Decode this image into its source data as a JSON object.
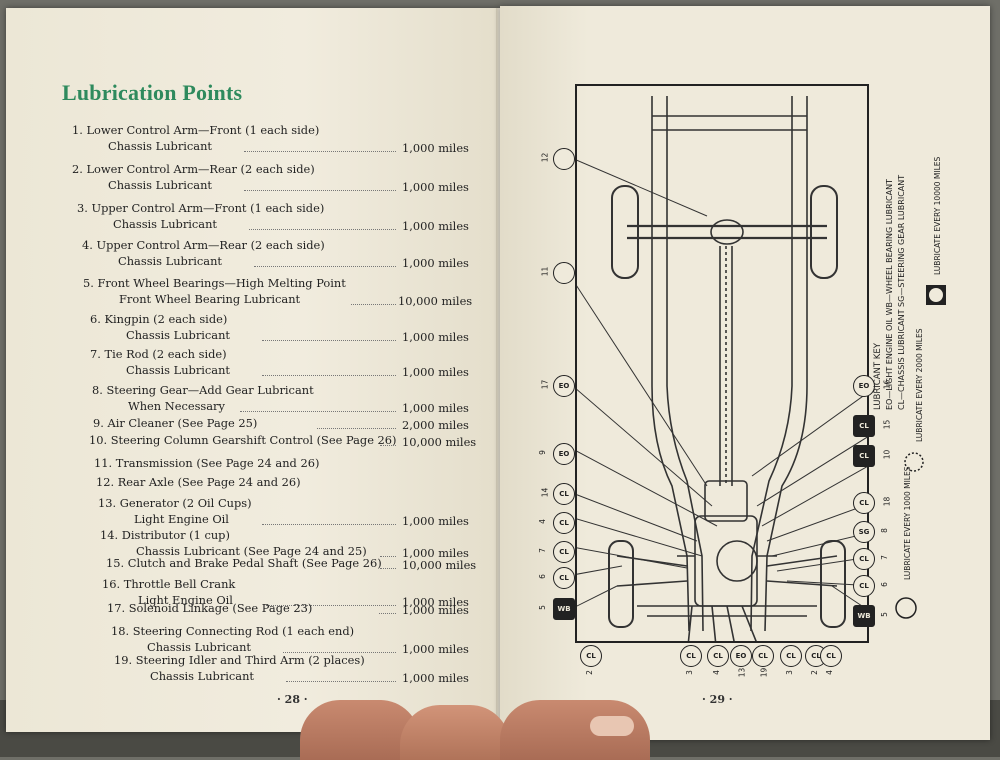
{
  "left_page": {
    "title": "Lubrication Points",
    "page_number": "· 28 ·",
    "items": [
      {
        "line1": "1. Lower Control Arm—Front (1 each side)",
        "line2": "Chassis Lubricant",
        "miles": "1,000 miles"
      },
      {
        "line1": "2. Lower Control Arm—Rear (2 each side)",
        "line2": "Chassis Lubricant",
        "miles": "1,000 miles"
      },
      {
        "line1": "3. Upper Control Arm—Front (1 each side)",
        "line2": "Chassis Lubricant",
        "miles": "1,000 miles"
      },
      {
        "line1": "4. Upper Control Arm—Rear (2 each side)",
        "line2": "Chassis Lubricant",
        "miles": "1,000 miles"
      },
      {
        "line1": "5. Front Wheel Bearings—High Melting Point",
        "line2": "Front Wheel Bearing Lubricant",
        "miles": "10,000 miles"
      },
      {
        "line1": "6. Kingpin (2 each side)",
        "line2": "Chassis Lubricant",
        "miles": "1,000 miles"
      },
      {
        "line1": "7. Tie Rod (2 each side)",
        "line2": "Chassis Lubricant",
        "miles": "1,000 miles"
      },
      {
        "line1": "8. Steering Gear—Add Gear Lubricant",
        "line2": "When Necessary",
        "miles": "1,000 miles"
      },
      {
        "line1": "9. Air Cleaner (See Page 25)",
        "line2": "",
        "miles": "2,000 miles"
      },
      {
        "line1": "10. Steering Column Gearshift Control (See Page 26)",
        "line2": "",
        "miles": "10,000 miles"
      },
      {
        "line1": "11. Transmission (See Page 24 and 26)",
        "line2": "",
        "miles": ""
      },
      {
        "line1": "12. Rear Axle (See Page 24 and 26)",
        "line2": "",
        "miles": ""
      },
      {
        "line1": "13. Generator (2 Oil Cups)",
        "line2": "Light Engine Oil",
        "miles": "1,000 miles"
      },
      {
        "line1": "14. Distributor (1 cup)",
        "line2": "Chassis Lubricant (See Page 24 and 25)",
        "miles": "1,000 miles"
      },
      {
        "line1": "15. Clutch and Brake Pedal Shaft (See Page 26)",
        "line2": "",
        "miles": "10,000 miles"
      },
      {
        "line1": "16. Throttle Bell Crank",
        "line2": "Light Engine Oil",
        "miles": "1,000 miles"
      },
      {
        "line1": "17. Solenoid Linkage (See Page 23)",
        "line2": "",
        "miles": "1,000 miles"
      },
      {
        "line1": "18. Steering Connecting Rod (1 each end)",
        "line2": "Chassis Lubricant",
        "miles": "1,000 miles"
      },
      {
        "line1": "19. Steering Idler and Third Arm (2 places)",
        "line2": "Chassis Lubricant",
        "miles": "1,000 miles"
      }
    ]
  },
  "right_page": {
    "page_number": "· 29 ·",
    "key": {
      "heading": "LUBRICANT KEY",
      "line1": "EO—LIGHT ENGINE OIL   WB—WHEEL BEARING LUBRICANT",
      "line2": "CL—CHASSIS LUBRICANT   SG—STEERING GEAR LUBRICANT",
      "every_1000": "LUBRICATE EVERY 1000 MILES",
      "every_2000": "LUBRICATE EVERY 2000 MILES",
      "every_10000": "LUBRICATE EVERY 10000 MILES"
    },
    "left_callouts": [
      {
        "num": "12",
        "code": ""
      },
      {
        "num": "11",
        "code": ""
      },
      {
        "num": "17",
        "code": "EO"
      },
      {
        "num": "9",
        "code": "EO"
      },
      {
        "num": "14",
        "code": "CL"
      },
      {
        "num": "4",
        "code": "CL"
      },
      {
        "num": "7",
        "code": "CL"
      },
      {
        "num": "6",
        "code": "CL"
      },
      {
        "num": "5",
        "code": "WB"
      }
    ],
    "right_callouts": [
      {
        "num": "16",
        "code": "EO"
      },
      {
        "num": "15",
        "code": "CL"
      },
      {
        "num": "10",
        "code": "CL"
      },
      {
        "num": "18",
        "code": "CL"
      },
      {
        "num": "8",
        "code": "SG"
      },
      {
        "num": "7",
        "code": "CL"
      },
      {
        "num": "6",
        "code": "CL"
      },
      {
        "num": "5",
        "code": "WB"
      }
    ],
    "bottom_callouts": [
      {
        "num": "2",
        "code": "CL"
      },
      {
        "num": "3",
        "code": "CL"
      },
      {
        "num": "4",
        "code": "CL"
      },
      {
        "num": "13",
        "code": "EO"
      },
      {
        "num": "19",
        "code": "CL"
      },
      {
        "num": "3",
        "code": "CL"
      },
      {
        "num": "2",
        "code": "CL"
      },
      {
        "num": "4",
        "code": "CL"
      }
    ]
  }
}
